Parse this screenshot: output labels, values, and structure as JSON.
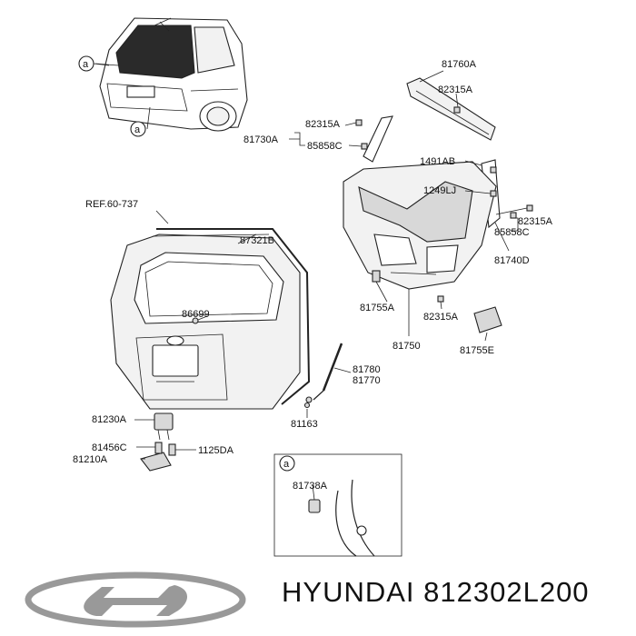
{
  "brand": "HYUNDAI",
  "part_number": "812302L200",
  "callouts": {
    "circle_a1": "a",
    "circle_a2": "a",
    "circle_a3": "a",
    "ref": "REF.60-737",
    "p87321B": "87321B",
    "p86699": "86699",
    "p81230A": "81230A",
    "p81456C": "81456C",
    "p81210A": "81210A",
    "p1125DA": "1125DA",
    "p81163": "81163",
    "p81780": "81780",
    "p81770": "81770",
    "p81760A": "81760A",
    "p82315A_top": "82315A",
    "p82315A_left": "82315A",
    "p81730A": "81730A",
    "p85858C_left": "85858C",
    "p1491AB": "1491AB",
    "p1249LJ": "1249LJ",
    "p82315A_right": "82315A",
    "p85858C_right": "85858C",
    "p81740D": "81740D",
    "p81755A": "81755A",
    "p82315A_bottom": "82315A",
    "p81750": "81750",
    "p81755E": "81755E",
    "p81738A": "81738A"
  }
}
